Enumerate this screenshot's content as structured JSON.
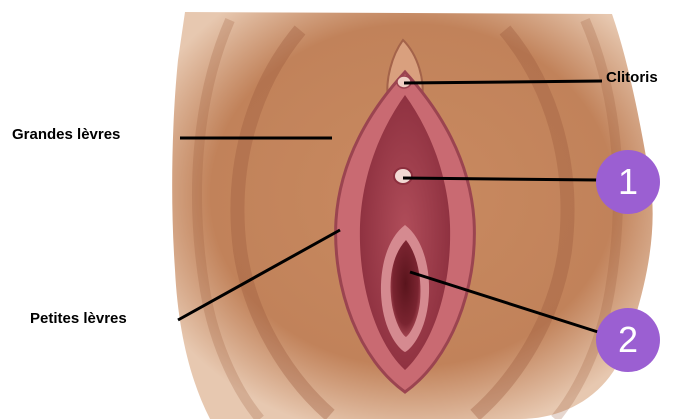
{
  "labels": {
    "clitoris": "Clitoris",
    "grandes_levres": "Grandes lèvres",
    "petites_levres": "Petites lèvres"
  },
  "markers": [
    {
      "text": "1",
      "meaning": "urethral-opening"
    },
    {
      "text": "2",
      "meaning": "vaginal-opening"
    }
  ],
  "colors": {
    "skin": "#c98a60",
    "skin_dark": "#9b5a3c",
    "labia_minora": "#c96a72",
    "vestibule": "#9e3a48",
    "opening": "#6b1f26",
    "marker_fill": "#9b5fd2",
    "leader_line": "#000000"
  }
}
